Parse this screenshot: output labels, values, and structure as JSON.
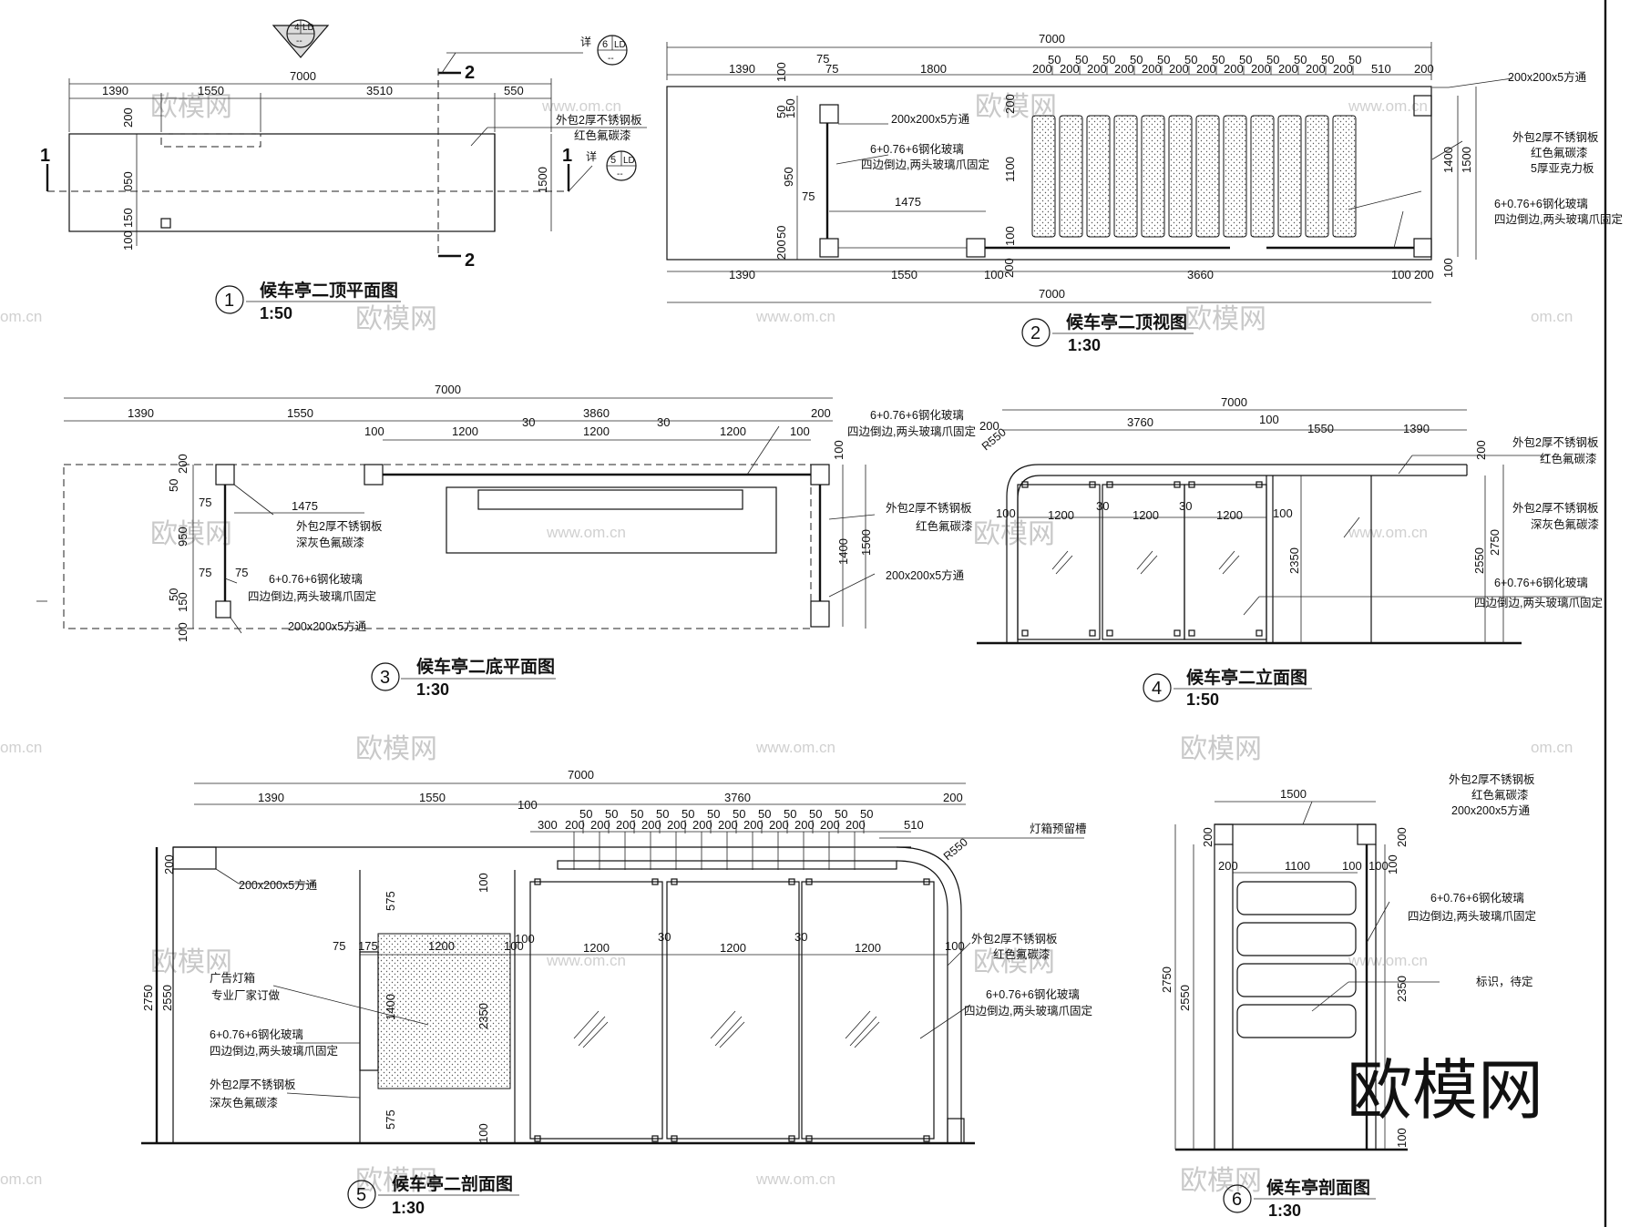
{
  "border_right_line": true,
  "watermark": {
    "text": "欧模网",
    "url": "www.om.cn",
    "url_short": "om.cn"
  },
  "brand_mark": "欧模网",
  "views": [
    {
      "num": "1",
      "title": "候车亭二顶平面图",
      "scale": "1:50"
    },
    {
      "num": "2",
      "title": "候车亭二顶视图",
      "scale": "1:30"
    },
    {
      "num": "3",
      "title": "候车亭二底平面图",
      "scale": "1:30"
    },
    {
      "num": "4",
      "title": "候车亭二立面图",
      "scale": "1:50"
    },
    {
      "num": "5",
      "title": "候车亭二剖面图",
      "scale": "1:30"
    },
    {
      "num": "6",
      "title": "候车亭剖面图",
      "scale": "1:30"
    }
  ],
  "symbols": {
    "section_1": "1",
    "section_2": "2",
    "detail_4": {
      "num": "4",
      "ref": "LD",
      "sheet": "--"
    },
    "detail_5": {
      "prefix": "详",
      "num": "5",
      "ref": "LD",
      "sheet": "--"
    },
    "detail_6": {
      "prefix": "详",
      "num": "6",
      "ref": "LD",
      "sheet": "--"
    }
  },
  "notes": {
    "steel_red_1": "外包2厚不锈钢板",
    "steel_red_2": "红色氟碳漆",
    "steel_grey_2": "深灰色氟碳漆",
    "acrylic": "5厚亚克力板",
    "glass_1": "6+0.76+6钢化玻璃",
    "glass_2": "四边倒边,两头玻璃爪固定",
    "tube": "200x200x5方通",
    "lightbox_groove": "灯箱预留槽",
    "ad_box_1": "广告灯箱",
    "ad_box_2": "专业厂家订做",
    "sign": "标识，待定",
    "radius": "R550"
  },
  "dims": {
    "v1": {
      "total": "7000",
      "a": "1390",
      "b": "1550",
      "c": "3510",
      "d": "550",
      "l1": "200",
      "l2": "050",
      "l3": "150",
      "l4": "100",
      "r": "1500"
    },
    "v2": {
      "total": "7000",
      "a": "1390",
      "b": "75",
      "b2": "75",
      "c": "1800",
      "d": "510",
      "e": "200",
      "s50": "50",
      "s200": "200",
      "l1": "100",
      "l2": "150",
      "l2b": "50",
      "l3": "950",
      "l4": "75",
      "l5": "50",
      "l6": "200",
      "mid": "1475",
      "g1": "200",
      "g2": "1100",
      "g3": "100",
      "r1": "1400",
      "r2": "1500",
      "bot_a": "1390",
      "bot_b": "1550",
      "bot_c": "100",
      "bot_d": "200",
      "bot_e": "3660",
      "bot_f": "100",
      "bot_g": "200",
      "bot_total": "7000",
      "bot_r": "100"
    },
    "v3": {
      "total": "7000",
      "a": "1390",
      "b": "1550",
      "c": "3860",
      "d": "200",
      "e": "100",
      "p1": "1200",
      "p2": "30",
      "p3": "1200",
      "p4": "30",
      "p5": "1200",
      "p6": "100",
      "l1": "200",
      "l2": "50",
      "l3": "75",
      "l4": "950",
      "l5": "75",
      "l6": "75",
      "l7": "50",
      "l8": "150",
      "l9": "100",
      "mid": "1475",
      "r1": "100",
      "r2": "1400",
      "r3": "1500"
    },
    "v4": {
      "total": "7000",
      "a": "200",
      "b": "3760",
      "c": "100",
      "d": "1550",
      "e": "1390",
      "p1": "100",
      "p2": "1200",
      "p3": "30",
      "p4": "1200",
      "p5": "30",
      "p6": "1200",
      "p7": "100",
      "h1": "2350",
      "h2": "2550",
      "h3": "2750",
      "top": "200"
    },
    "v5": {
      "total": "7000",
      "a": "1390",
      "b": "1550",
      "c": "100",
      "d": "3760",
      "e": "200",
      "f": "300",
      "g": "510",
      "s50": "50",
      "s200": "200",
      "h1": "200",
      "h2": "2750",
      "h3": "2550",
      "h4": "575",
      "h5": "1400",
      "h6": "575",
      "w1": "75",
      "w2": "175",
      "w3": "1200",
      "w4": "100",
      "p1": "100",
      "p2": "1200",
      "p3": "30",
      "p4": "1200",
      "p5": "30",
      "p6": "1200",
      "p7": "100",
      "q1": "100",
      "q2": "2350",
      "q3": "100"
    },
    "v6": {
      "top": "1500",
      "a": "200",
      "b": "1100",
      "c": "100",
      "d": "100",
      "h1": "2750",
      "h2": "2550",
      "h3": "2350",
      "r1": "200",
      "r2": "100",
      "r3": "100"
    }
  }
}
